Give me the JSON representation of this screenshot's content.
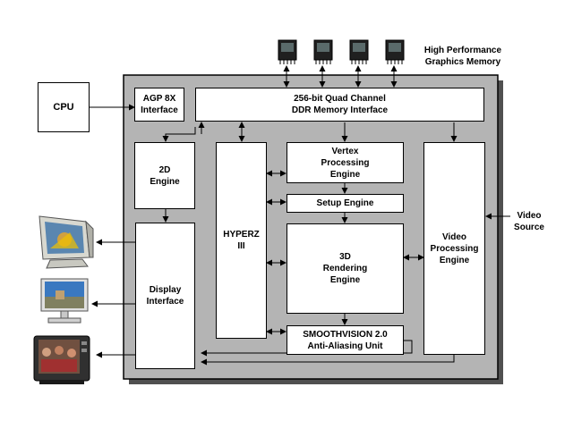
{
  "colors": {
    "chip_fill": "#b4b4b4",
    "shadow": "#505050",
    "line": "#000000"
  },
  "cpu": "CPU",
  "memory_label": "High Performance\nGraphics Memory",
  "video_source": "Video\nSource",
  "blocks": {
    "agp": "AGP 8X\nInterface",
    "ddr": "256-bit Quad Channel\nDDR Memory Interface",
    "engine_2d": "2D\nEngine",
    "hyperz": "HYPERZ\nIII",
    "vertex": "Vertex\nProcessing\nEngine",
    "setup": "Setup Engine",
    "rendering": "3D\nRendering\nEngine",
    "smoothvision": "SMOOTHVISION 2.0\nAnti-Aliasing Unit",
    "video_processing": "Video\nProcessing\nEngine",
    "display": "Display\nInterface"
  },
  "icons": {
    "memory_chip": "memory-chip-icon",
    "crt_monitor": "crt-monitor-icon",
    "lcd_monitor": "lcd-monitor-icon",
    "television": "television-icon"
  }
}
